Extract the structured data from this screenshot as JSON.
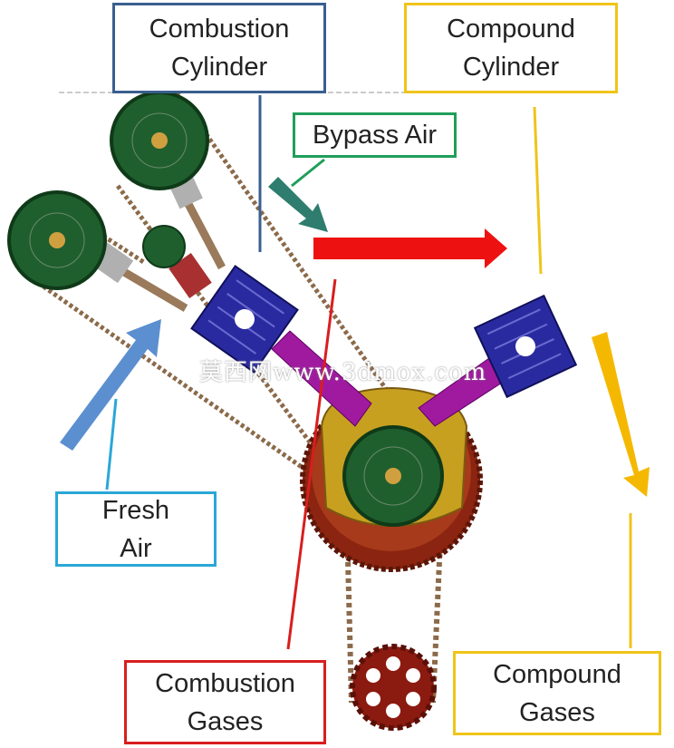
{
  "labels": {
    "combustion_cylinder": [
      "Combustion",
      "Cylinder"
    ],
    "compound_cylinder": [
      "Compound",
      "Cylinder"
    ],
    "bypass_air": "Bypass Air",
    "fresh_air": [
      "Fresh",
      "Air"
    ],
    "combustion_gases": [
      "Combustion",
      "Gases"
    ],
    "compound_gases": [
      "Compound",
      "Gases"
    ]
  },
  "watermark": "莫西网www.3dmox.com",
  "colors": {
    "combustion_cylinder": "#3a5f8f",
    "compound_cylinder": "#f0c419",
    "bypass_air": "#1f9e5a",
    "fresh_air": "#2aa7d8",
    "combustion_gases": "#d81e1e",
    "compound_gases": "#f0c419",
    "arrow_bypass": "#2e7d6e",
    "arrow_fresh": "#5b8fd0",
    "arrow_red": "#ee1111",
    "arrow_yellow": "#f5b800",
    "gear_green": "#1f5f2e",
    "gear_dark_red": "#8b2410",
    "piston_blue": "#2a2aa0",
    "rod_magenta": "#a01aa0",
    "crank_gold": "#c8a020",
    "belt": "#8b6a4a"
  }
}
